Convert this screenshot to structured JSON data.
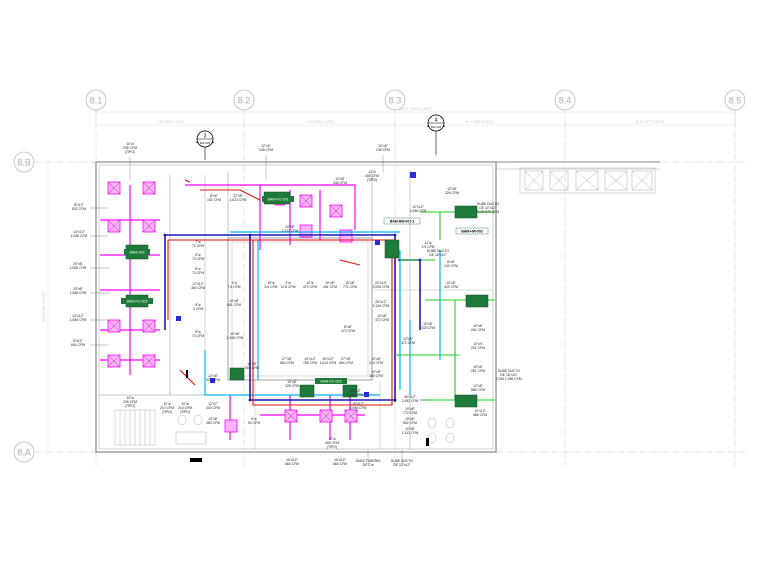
{
  "grid": {
    "columns": [
      "8.1",
      "8.2",
      "8.3",
      "8.4",
      "8.5"
    ],
    "rows": [
      "8.B",
      "8.A"
    ]
  },
  "dimensions": {
    "spans": [
      "7.65 [25'-1 1/8\"]",
      "7.65 [25'-1 1/8\"]",
      "8.07 [26'-5 3/4\"]",
      "8.43 [27'-8 3/4\"]"
    ],
    "overall": "32.07 [105'-2 5/8\"]",
    "vertical": "13.86 [45'-5 5/8\"]"
  },
  "sections": [
    {
      "number": "3",
      "sheet": "M4-103"
    },
    {
      "number": "4",
      "sheet": "M4-104"
    }
  ],
  "equipment_tags": [
    "BAM-FC-001",
    "BAM-003",
    "BAM-FC-002",
    "BAM-HW-001-1",
    "BAM-HW-003",
    "BAM-FC-003"
  ],
  "airflow_labels": [
    {
      "size": "10\"ø",
      "cfm": "235 CFM",
      "note": "(TIPO)"
    },
    {
      "size": "8\"x12\"",
      "cfm": "832 CFM"
    },
    {
      "size": "14\"x12\"",
      "cfm": "1,066 CFM"
    },
    {
      "size": "20\"x8\"",
      "cfm": "1,066 CFM"
    },
    {
      "size": "20\"x8\"",
      "cfm": "1,066 CFM"
    },
    {
      "size": "14\"x12\"",
      "cfm": "1,066 CFM"
    },
    {
      "size": "8\"x12\"",
      "cfm": "844 CFM"
    },
    {
      "size": "10\"ø",
      "cfm": "235 CFM",
      "note": "(TIPO)"
    },
    {
      "size": "12\"x8\"",
      "cfm": "245 CFM"
    },
    {
      "size": "8\"x6\"",
      "cfm": "152 CFM"
    },
    {
      "size": "22\"x8\"",
      "cfm": "1,622 CFM"
    },
    {
      "size": "12\"x8\"",
      "cfm": "1,372 CFM"
    },
    {
      "size": "10\"x8\"",
      "cfm": "135 CFM"
    },
    {
      "size": "12\"ø",
      "cfm": "405 CFM",
      "note": "(TIPO)"
    },
    {
      "size": "7\"ø",
      "cfm": "71 CFM"
    },
    {
      "size": "8\"ø",
      "cfm": "73 CFM"
    },
    {
      "size": "8\"ø",
      "cfm": "73 CFM"
    },
    {
      "size": "12\"x12\"",
      "cfm": "360 CFM"
    },
    {
      "size": "8\"ø",
      "cfm": "3 CFM"
    },
    {
      "size": "4\"ø",
      "cfm": "7.6 CFM"
    },
    {
      "size": "18\"ø",
      "cfm": "5.6 CFM"
    },
    {
      "size": "4\"ø",
      "cfm": "12.8 CFM"
    },
    {
      "size": "10\"ø",
      "cfm": "470 CFM"
    },
    {
      "size": "10\"x6\"",
      "cfm": "261 CFM"
    },
    {
      "size": "10\"x8\"",
      "cfm": "771 CFM"
    },
    {
      "size": "22\"x10\"",
      "cfm": "2,005 CFM"
    },
    {
      "size": "28\"x12\"",
      "cfm": "2,106 CFM"
    },
    {
      "size": "12\"x8\"",
      "cfm": "326 CFM"
    },
    {
      "size": "11\"ø",
      "cfm": "2.5 CFM"
    },
    {
      "size": "8\"x6\"",
      "cfm": "103 CFM"
    },
    {
      "size": "8\"x8\"",
      "cfm": "472 CFM"
    },
    {
      "size": "10\"x8\"",
      "cfm": "333 CFM"
    },
    {
      "size": "10\"x6\"",
      "cfm": "261 CFM"
    },
    {
      "size": "10\"x4\"",
      "cfm": "201 CFM"
    },
    {
      "size": "10\"x6\"",
      "cfm": "281 CFM"
    },
    {
      "size": "12\"x8\"",
      "cfm": "586 CFM"
    },
    {
      "size": "12\"x12\"",
      "cfm": "586 CFM"
    },
    {
      "size": "10\"x6\"",
      "cfm": "1,306 CFM"
    },
    {
      "size": "8\"ø",
      "cfm": "72 CFM"
    },
    {
      "size": "26\"x12\"",
      "cfm": "2,452 CFM"
    },
    {
      "size": "10\"x8\"",
      "cfm": "772 CFM"
    },
    {
      "size": "27\"x8\"",
      "cfm": "664 CFM"
    },
    {
      "size": "15\"x12\"",
      "cfm": "786 CFM"
    },
    {
      "size": "15\"x12\"",
      "cfm": "1,613 CFM"
    },
    {
      "size": "27\"x8\"",
      "cfm": "664 CFM"
    },
    {
      "size": "12\"x8\"",
      "cfm": "537 CFM"
    },
    {
      "size": "10\"ø",
      "cfm": "210 CFM",
      "note": "(TIPO)"
    },
    {
      "size": "10\"ø",
      "cfm": "210 CFM",
      "note": "(TIPO)"
    },
    {
      "size": "12\"x7\"",
      "cfm": "430 CFM"
    },
    {
      "size": "10\"x8\"",
      "cfm": "480 CFM"
    },
    {
      "size": "8\"ø",
      "cfm": "50 CFM"
    },
    {
      "size": "12\"x8\"",
      "cfm": "502 CFM"
    },
    {
      "size": "15\"x12\"",
      "cfm": "664 CFM"
    },
    {
      "size": "15\"x12\"",
      "cfm": "664 CFM"
    },
    {
      "size": "12\"ø",
      "cfm": "405 CFM",
      "note": "(TIPO)"
    },
    {
      "size": "10\"x12\"",
      "cfm": "1,103 CFM"
    },
    {
      "size": "10\"x8\"",
      "cfm": "502 CFM"
    },
    {
      "size": "10\"x8\"",
      "cfm": "1,313 CFM"
    },
    {
      "size": "10\"x8\"",
      "cfm": "472 CFM"
    },
    {
      "size": "10\"x6\"",
      "cfm": "213 CFM"
    },
    {
      "size": "12\"x8\"",
      "cfm": "472 CFM"
    },
    {
      "size": "10\"x8\"",
      "cfm": "385 CFM"
    },
    {
      "size": "12\"x8\"",
      "cfm": "336 CFM"
    },
    {
      "size": "10\"x8\"",
      "cfm": "225 CFM"
    },
    {
      "size": "10\"x8\"",
      "cfm": "403 CFM"
    },
    {
      "size": "10\"x8\"",
      "cfm": "681 CFM"
    },
    {
      "size": "10\"x12\"",
      "cfm": "1,066 CFM"
    },
    {
      "size": "15\"x12\"",
      "cfm": "1,066 CFM"
    }
  ],
  "riser_notes": [
    {
      "lines": [
        "SUBE DUCTO",
        "DE 10\"x12\"",
        "CON 876 CFM"
      ]
    },
    {
      "lines": [
        "SUBE DUCTO",
        "DE 16\"x10\""
      ]
    },
    {
      "lines": [
        "SUBE DUCTO",
        "DE 16\"x10\"",
        "CON 1,066 CFM"
      ]
    },
    {
      "lines": [
        "SUBE TUBERIA",
        "DE 2\"ø"
      ]
    },
    {
      "lines": [
        "SUBE DUCTO",
        "DE 12\"x12\""
      ]
    }
  ],
  "colors": {
    "supply": "#ff00ff",
    "chilled_water": "#1a1ab8",
    "hot_water": "#e31010",
    "condensate": "#22cc22",
    "return": "#00b4ff",
    "equipment": "#1e7a3a"
  }
}
